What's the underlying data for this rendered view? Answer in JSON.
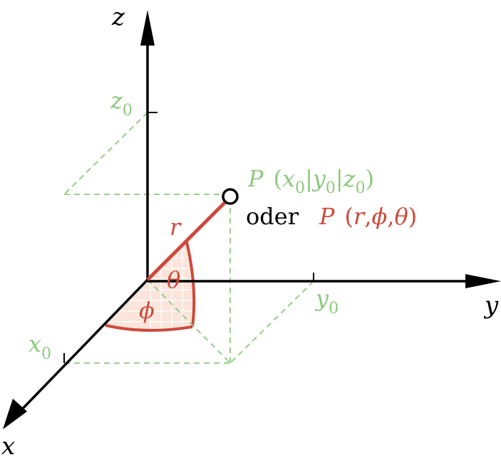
{
  "colors": {
    "axis": "#000000",
    "cartesian": "#8dc97d",
    "spherical": "#cc4a3c",
    "wedge_fill": "#fbe4db",
    "wedge_hatch": "#ffffff"
  },
  "axes": {
    "x_label": "x",
    "y_label": "y",
    "z_label": "z"
  },
  "coordinates": {
    "x0": {
      "base": "x",
      "sub": "0"
    },
    "y0": {
      "base": "y",
      "sub": "0"
    },
    "z0": {
      "base": "z",
      "sub": "0"
    }
  },
  "point": {
    "cartesian": {
      "name": "P",
      "open": "(",
      "close": ")",
      "sep": "|",
      "x": "x",
      "x_sub": "0",
      "y": "y",
      "y_sub": "0",
      "z": "z",
      "z_sub": "0"
    },
    "connector": "oder",
    "spherical": {
      "name": "P",
      "open": "(",
      "close": ")",
      "sep": ",",
      "r": "r",
      "phi": "ϕ",
      "theta": "θ"
    }
  },
  "labels": {
    "radius": "r",
    "phi": "ϕ",
    "theta": "θ"
  }
}
